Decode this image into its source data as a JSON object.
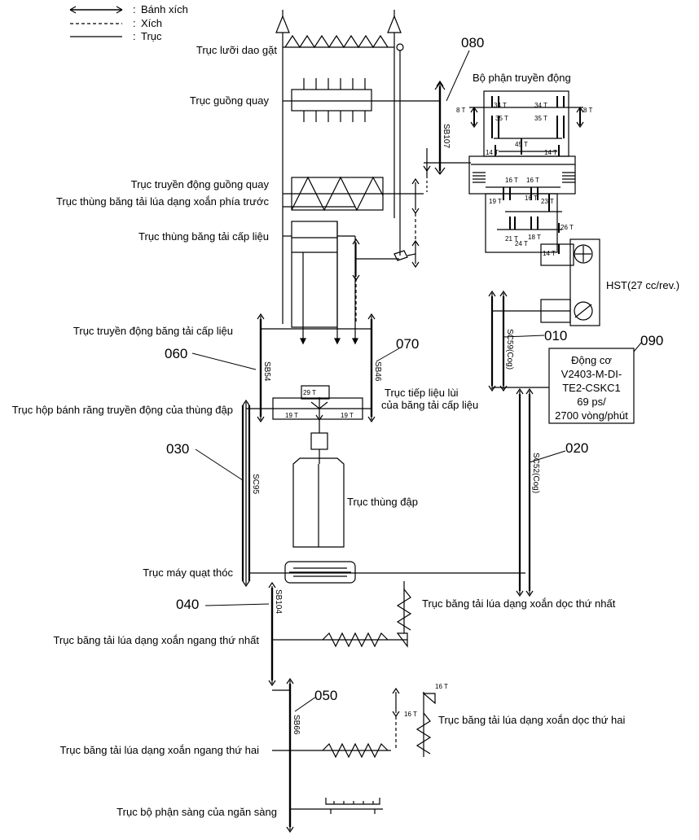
{
  "legend": {
    "chain_sprocket": "Bánh xích",
    "chain": "Xích",
    "shaft": "Trục",
    "colon": ":"
  },
  "labels": {
    "reel_blade_shaft": "Trục lưỡi dao gặt",
    "reel_shaft": "Trục guồng quay",
    "reel_drive_shaft": "Trục truyền động guồng quay",
    "front_auger_shaft": "Trục thùng băng tải lúa dạng xoắn phía trước",
    "feeder_shaft": "Trục thùng băng tải cấp liệu",
    "feeder_drive_shaft": "Trục truyền động băng tải cấp liệu",
    "thresher_gearbox_shaft": "Trục hộp bánh răng truyền động của thùng đập",
    "reverse_feed_shaft_1": "Trục tiếp liệu lùi",
    "reverse_feed_shaft_2": "của băng tải cấp liệu",
    "thresher_shaft": "Trục thùng đập",
    "fan_shaft": "Trục máy quạt thóc",
    "vertical_auger_1": "Trục băng tải lúa dạng xoắn dọc thứ nhất",
    "horizontal_auger_1": "Trục băng tải lúa dạng xoắn ngang thứ nhất",
    "vertical_auger_2": "Trục băng tải lúa dạng xoắn dọc thứ hai",
    "horizontal_auger_2": "Trục băng tải lúa dạng xoắn ngang thứ hai",
    "sieve_shaft": "Trục bộ phận sàng của ngăn sàng",
    "transmission": "Bộ phận truyền động",
    "hst": "HST(27 cc/rev.)"
  },
  "engine": {
    "line1": "Động cơ",
    "line2": "V2403-M-DI-",
    "line3": "TE2-CSKC1",
    "line4": "69 ps/",
    "line5": "2700 vòng/phút"
  },
  "callouts": {
    "c080": "080",
    "c060": "060",
    "c070": "070",
    "c010": "010",
    "c090": "090",
    "c030": "030",
    "c020": "020",
    "c040": "040",
    "c050": "050"
  },
  "chains": {
    "sb107": "SB107",
    "sb54": "SB54",
    "sb46": "SB46",
    "sc59": "SC59(Cog)",
    "sc95": "SC95",
    "sc52": "SC52(Cog)",
    "sb104": "SB104",
    "sb66": "SB66"
  },
  "teeth": {
    "t8l": "8 T",
    "t8r": "8 T",
    "t34l": "34 T",
    "t34r": "34 T",
    "t35l": "35 T",
    "t35r": "35 T",
    "t45": "45 T",
    "t14l": "14 T",
    "t14r": "14 T",
    "t16a": "16 T",
    "t16b": "16 T",
    "t16c": "16 T",
    "t19": "19 T",
    "t23": "23 T",
    "t26": "26 T",
    "t21": "21 T",
    "t18": "18 T",
    "t24": "24 T",
    "t14b": "14 T",
    "g29": "29 T",
    "g19l": "19 T",
    "g19r": "19 T",
    "v16a": "16 T",
    "v16b": "16 T"
  }
}
